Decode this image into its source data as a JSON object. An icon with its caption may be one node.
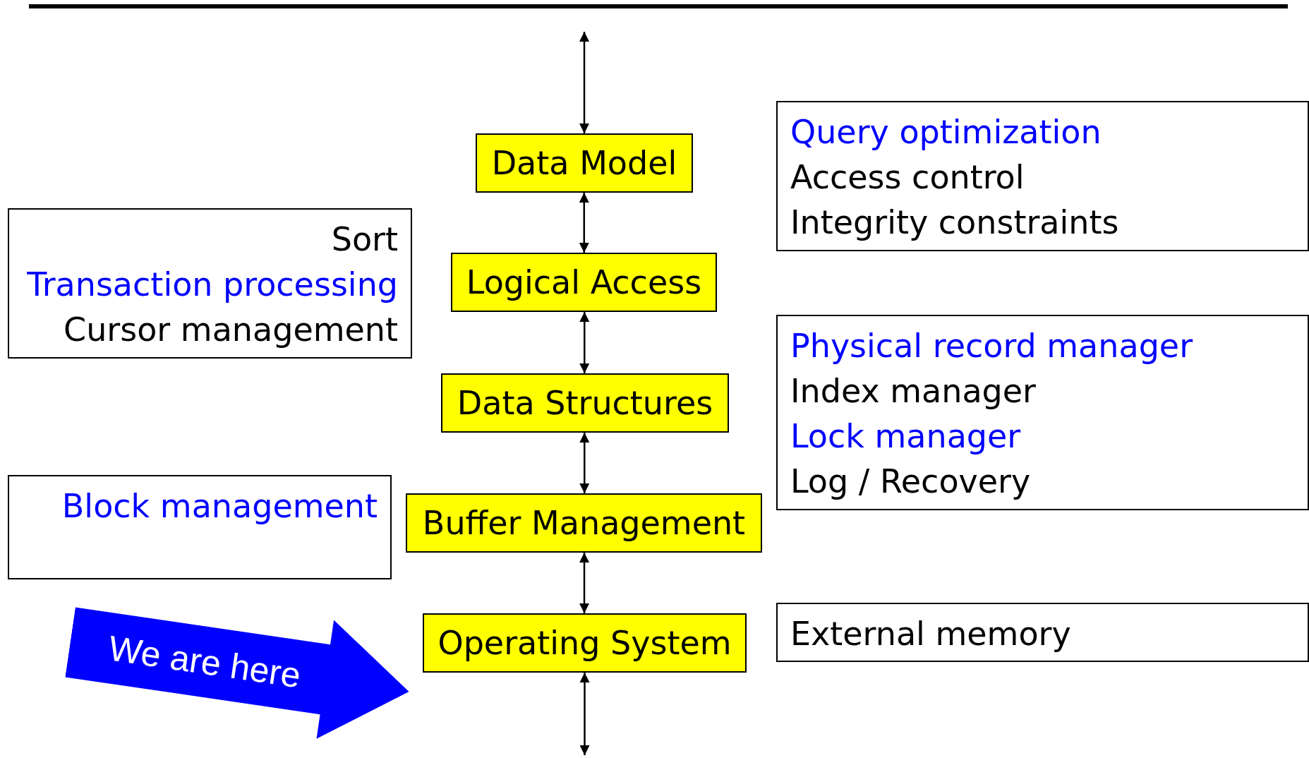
{
  "diagram": {
    "nodes": [
      {
        "text": [
          "Data Model"
        ]
      },
      {
        "text": [
          "Logical Access"
        ]
      },
      {
        "text": [
          "Data Structures"
        ]
      },
      {
        "text": [
          "Buffer Management"
        ]
      },
      {
        "text": [
          "Operating System"
        ]
      },
      {
        "text": [
          "Query optimization",
          "Access control",
          "Integrity constraints"
        ]
      },
      {
        "text": [
          "Physical record manager",
          "Index manager",
          "Lock manager",
          "Log / Recovery"
        ]
      },
      {
        "text": [
          "External memory"
        ]
      },
      {
        "text": [
          "Sort",
          "Transaction processing",
          "Cursor management"
        ]
      },
      {
        "text": [
          "Block management"
        ]
      },
      {
        "text": [
          "We are here"
        ]
      }
    ],
    "edges": [
      {
        "from": null,
        "to": 0,
        "arrow": "both"
      },
      {
        "from": 0,
        "to": 1,
        "arrow": "both"
      },
      {
        "from": 1,
        "to": 2,
        "arrow": "both"
      },
      {
        "from": 2,
        "to": 3,
        "arrow": "both"
      },
      {
        "from": 3,
        "to": 4,
        "arrow": "both"
      },
      {
        "from": 4,
        "to": null,
        "arrow": "both"
      }
    ]
  }
}
